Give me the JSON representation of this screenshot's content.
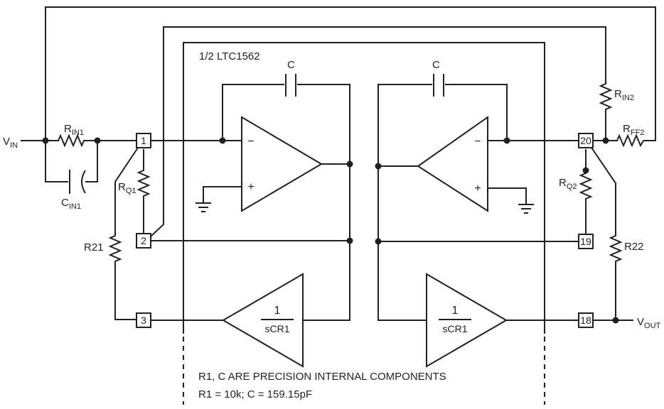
{
  "chip_label": "1/2 LTC1562",
  "components": {
    "vin": {
      "main": "V",
      "sub": "IN"
    },
    "vout": {
      "main": "V",
      "sub": "OUT"
    },
    "rin1": {
      "main": "R",
      "sub": "IN1"
    },
    "cin1": {
      "main": "C",
      "sub": "IN1"
    },
    "rq1": {
      "main": "R",
      "sub": "Q1"
    },
    "r21": {
      "main": "R21"
    },
    "rin2": {
      "main": "R",
      "sub": "IN2"
    },
    "rff2": {
      "main": "R",
      "sub": "FF2"
    },
    "rq2": {
      "main": "R",
      "sub": "Q2"
    },
    "r22": {
      "main": "R22"
    },
    "c_left": {
      "main": "C"
    },
    "c_right": {
      "main": "C"
    }
  },
  "pins": {
    "p1": "1",
    "p2": "2",
    "p3": "3",
    "p18": "18",
    "p19": "19",
    "p20": "20"
  },
  "opamp": {
    "minus": "−",
    "plus": "+"
  },
  "integrator": {
    "num": "1",
    "den": "sCR1"
  },
  "notes": {
    "line1": "R1, C ARE PRECISION INTERNAL COMPONENTS",
    "line2": "R1 = 10k; C = 159.15pF"
  }
}
